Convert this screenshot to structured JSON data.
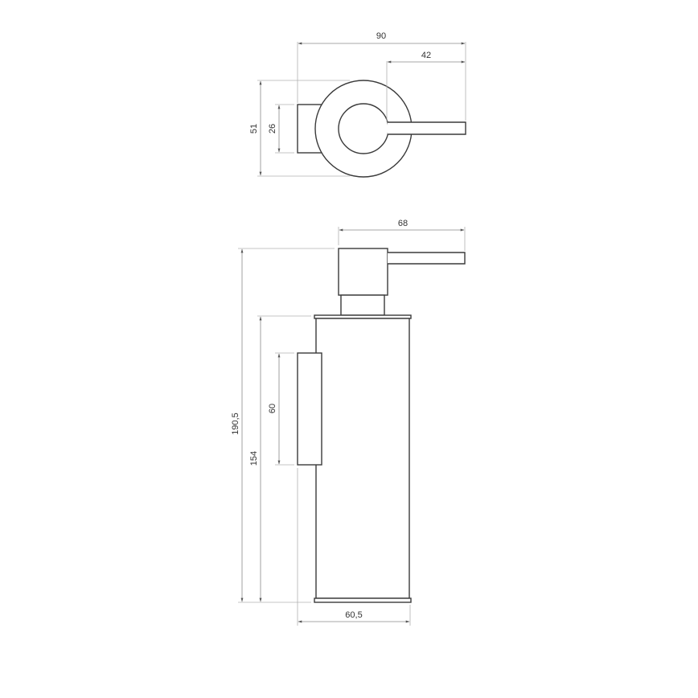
{
  "drawing": {
    "top_view": {
      "dimensions": {
        "overall_length": "90",
        "lever_length": "42",
        "outer_diameter": "51",
        "bracket_height": "26"
      }
    },
    "front_view": {
      "dimensions": {
        "pump_to_lever_tip": "68",
        "overall_height": "190,5",
        "body_height": "154",
        "bracket_height": "60",
        "body_depth": "60,5"
      }
    },
    "colors": {
      "line": "#3a3a3a",
      "dimension_line": "#8a8a8a",
      "background": "#ffffff"
    }
  }
}
